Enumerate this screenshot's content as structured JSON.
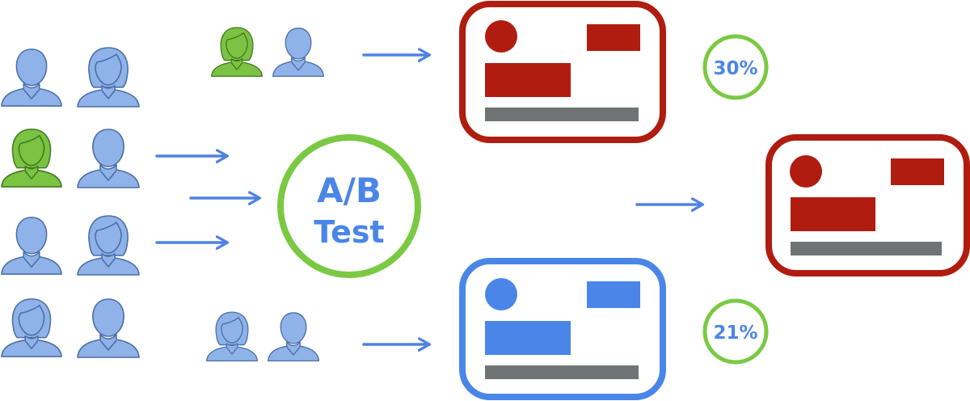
{
  "center": {
    "line1": "A/B",
    "line2": "Test"
  },
  "results": {
    "variant_a": "30%",
    "variant_b": "21%"
  },
  "colors": {
    "blue": "#8fb3e8",
    "blue_stroke": "#4a6fa8",
    "green": "#7cc243",
    "green_stroke": "#3f7a1e",
    "red": "#b01c10",
    "card_blue": "#4a86e8",
    "gray": "#707374",
    "arrow": "#4f82e2",
    "circle": "#7ac943",
    "text_blue": "#4a86e8"
  },
  "icons": {
    "audience": [
      "man-icon",
      "woman-icon",
      "woman-icon",
      "man-icon",
      "man-icon",
      "woman-icon",
      "woman-icon",
      "man-icon"
    ],
    "group_a": [
      "woman-icon",
      "man-icon"
    ],
    "group_b": [
      "woman-icon",
      "man-icon"
    ]
  }
}
